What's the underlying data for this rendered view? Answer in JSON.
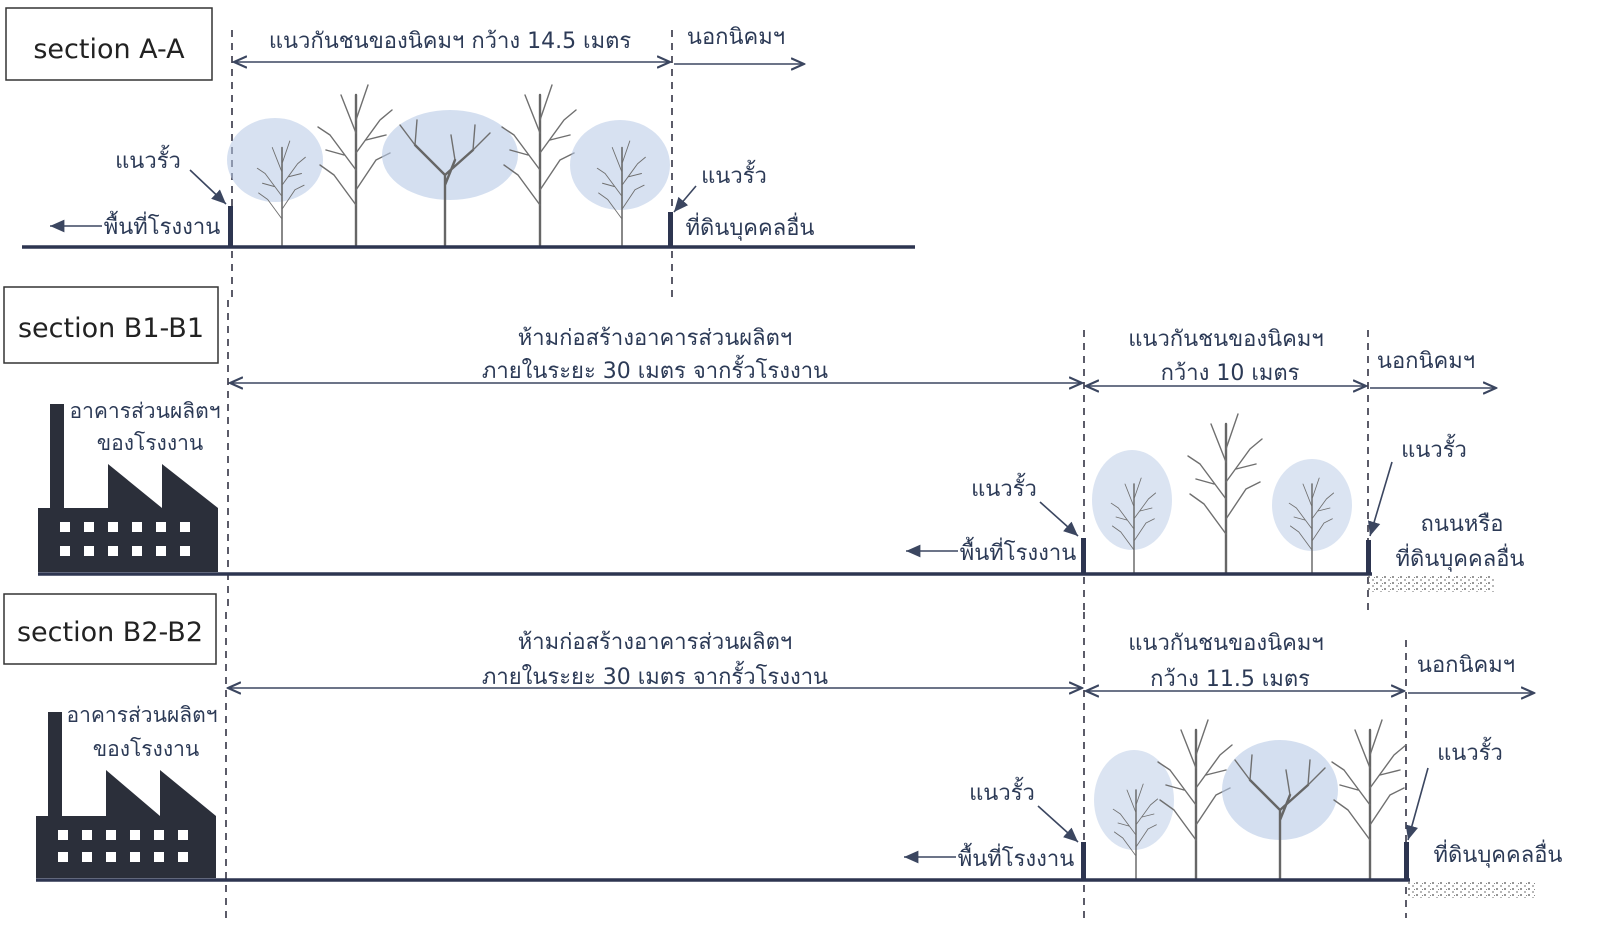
{
  "sections": [
    {
      "id": "a",
      "title": "section A-A",
      "buffer_label": "แนวกันชนของนิคมฯ กว้าง 14.5 เมตร",
      "outside_label": "นอกนิคมฯ",
      "fence_left_label": "แนวรั้ว",
      "factory_area_label": "พื้นที่โรงงาน",
      "fence_right_label": "แนวรั้ว",
      "neighbor_label": "ที่ดินบุคคลอื่น"
    },
    {
      "id": "b1",
      "title": "section B1-B1",
      "building_label_1": "อาคารส่วนผลิตฯ",
      "building_label_2": "ของโรงงาน",
      "no_build_line1": "ห้ามก่อสร้างอาคารส่วนผลิตฯ",
      "no_build_line2": "ภายในระยะ 30 เมตร จากรั้วโรงงาน",
      "buffer_line1": "แนวกันชนของนิคมฯ",
      "buffer_line2": "กว้าง 10 เมตร",
      "outside_label": "นอกนิคมฯ",
      "fence_left_label": "แนวรั้ว",
      "factory_area_label": "พื้นที่โรงงาน",
      "fence_right_label": "แนวรั้ว",
      "road_line1": "ถนนหรือ",
      "road_line2": "ที่ดินบุคคลอื่น"
    },
    {
      "id": "b2",
      "title": "section B2-B2",
      "building_label_1": "อาคารส่วนผลิตฯ",
      "building_label_2": "ของโรงงาน",
      "no_build_line1": "ห้ามก่อสร้างอาคารส่วนผลิตฯ",
      "no_build_line2": "ภายในระยะ 30 เมตร จากรั้วโรงงาน",
      "buffer_line1": "แนวกันชนของนิคมฯ",
      "buffer_line2": "กว้าง 11.5 เมตร",
      "outside_label": "นอกนิคมฯ",
      "fence_left_label": "แนวรั้ว",
      "factory_area_label": "พื้นที่โรงงาน",
      "fence_right_label": "แนวรั้ว",
      "neighbor_label": "ที่ดินบุคคลอื่น"
    }
  ],
  "icons": {
    "tree": "tree-icon",
    "factory": "factory-icon",
    "fence": "fence-icon",
    "arrow": "arrow-icon"
  },
  "colors": {
    "line": "#2d3550",
    "text": "#2c3a56",
    "foliage": "#b7c9e6",
    "factory": "#2b2f3a"
  }
}
